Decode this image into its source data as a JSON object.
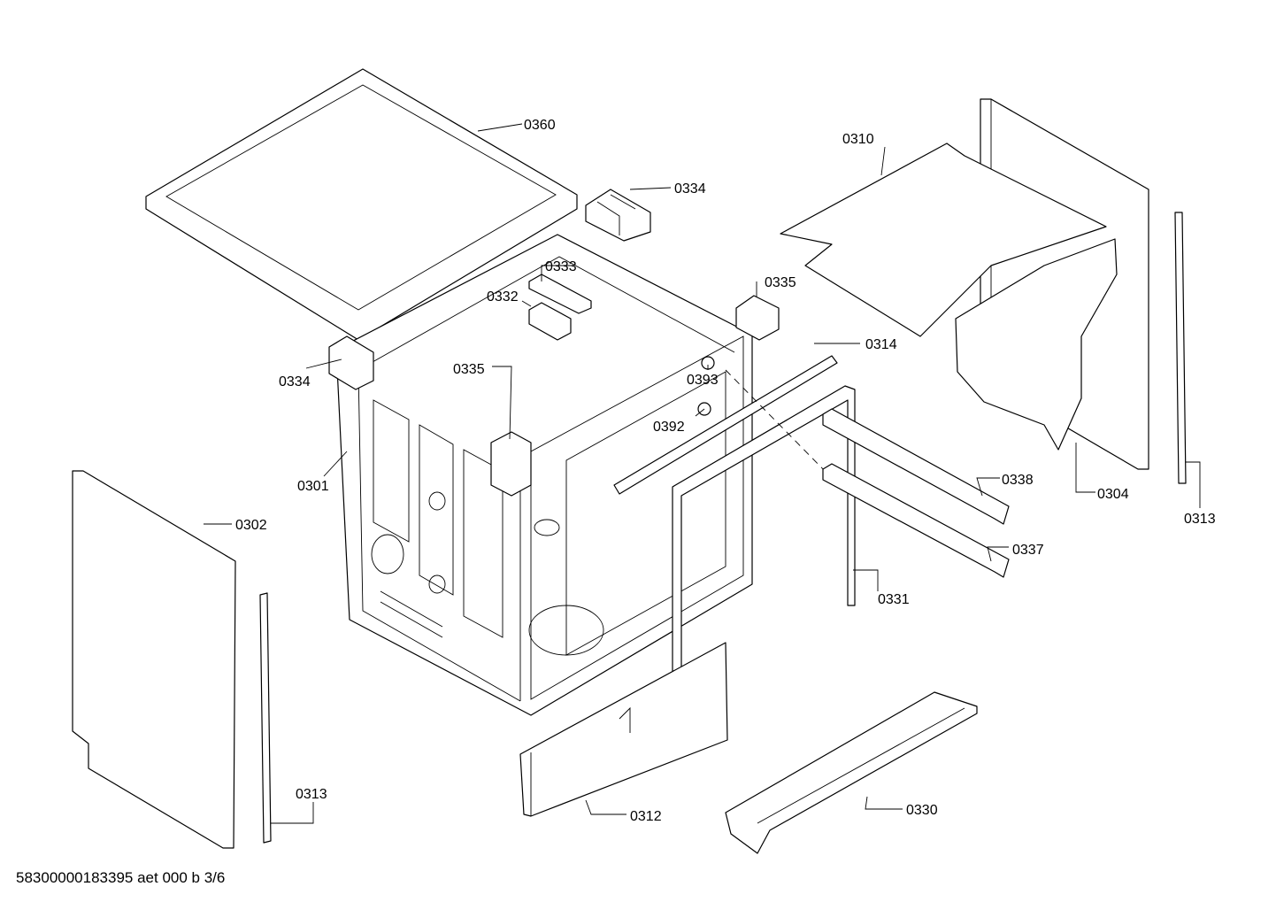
{
  "parts": [
    {
      "id": "p0360",
      "label": "0360"
    },
    {
      "id": "p0334a",
      "label": "0334"
    },
    {
      "id": "p0310",
      "label": "0310"
    },
    {
      "id": "p0333",
      "label": "0333"
    },
    {
      "id": "p0332",
      "label": "0332"
    },
    {
      "id": "p0335a",
      "label": "0335"
    },
    {
      "id": "p0334b",
      "label": "0334"
    },
    {
      "id": "p0335b",
      "label": "0335"
    },
    {
      "id": "p0314",
      "label": "0314"
    },
    {
      "id": "p0393",
      "label": "0393"
    },
    {
      "id": "p0392",
      "label": "0392"
    },
    {
      "id": "p0301",
      "label": "0301"
    },
    {
      "id": "p0302",
      "label": "0302"
    },
    {
      "id": "p0338",
      "label": "0338"
    },
    {
      "id": "p0304",
      "label": "0304"
    },
    {
      "id": "p0313a",
      "label": "0313"
    },
    {
      "id": "p0337",
      "label": "0337"
    },
    {
      "id": "p0331",
      "label": "0331"
    },
    {
      "id": "p0313b",
      "label": "0313"
    },
    {
      "id": "p0312",
      "label": "0312"
    },
    {
      "id": "p0330",
      "label": "0330"
    }
  ],
  "footer": "58300000183395 aet 000 b 3/6"
}
